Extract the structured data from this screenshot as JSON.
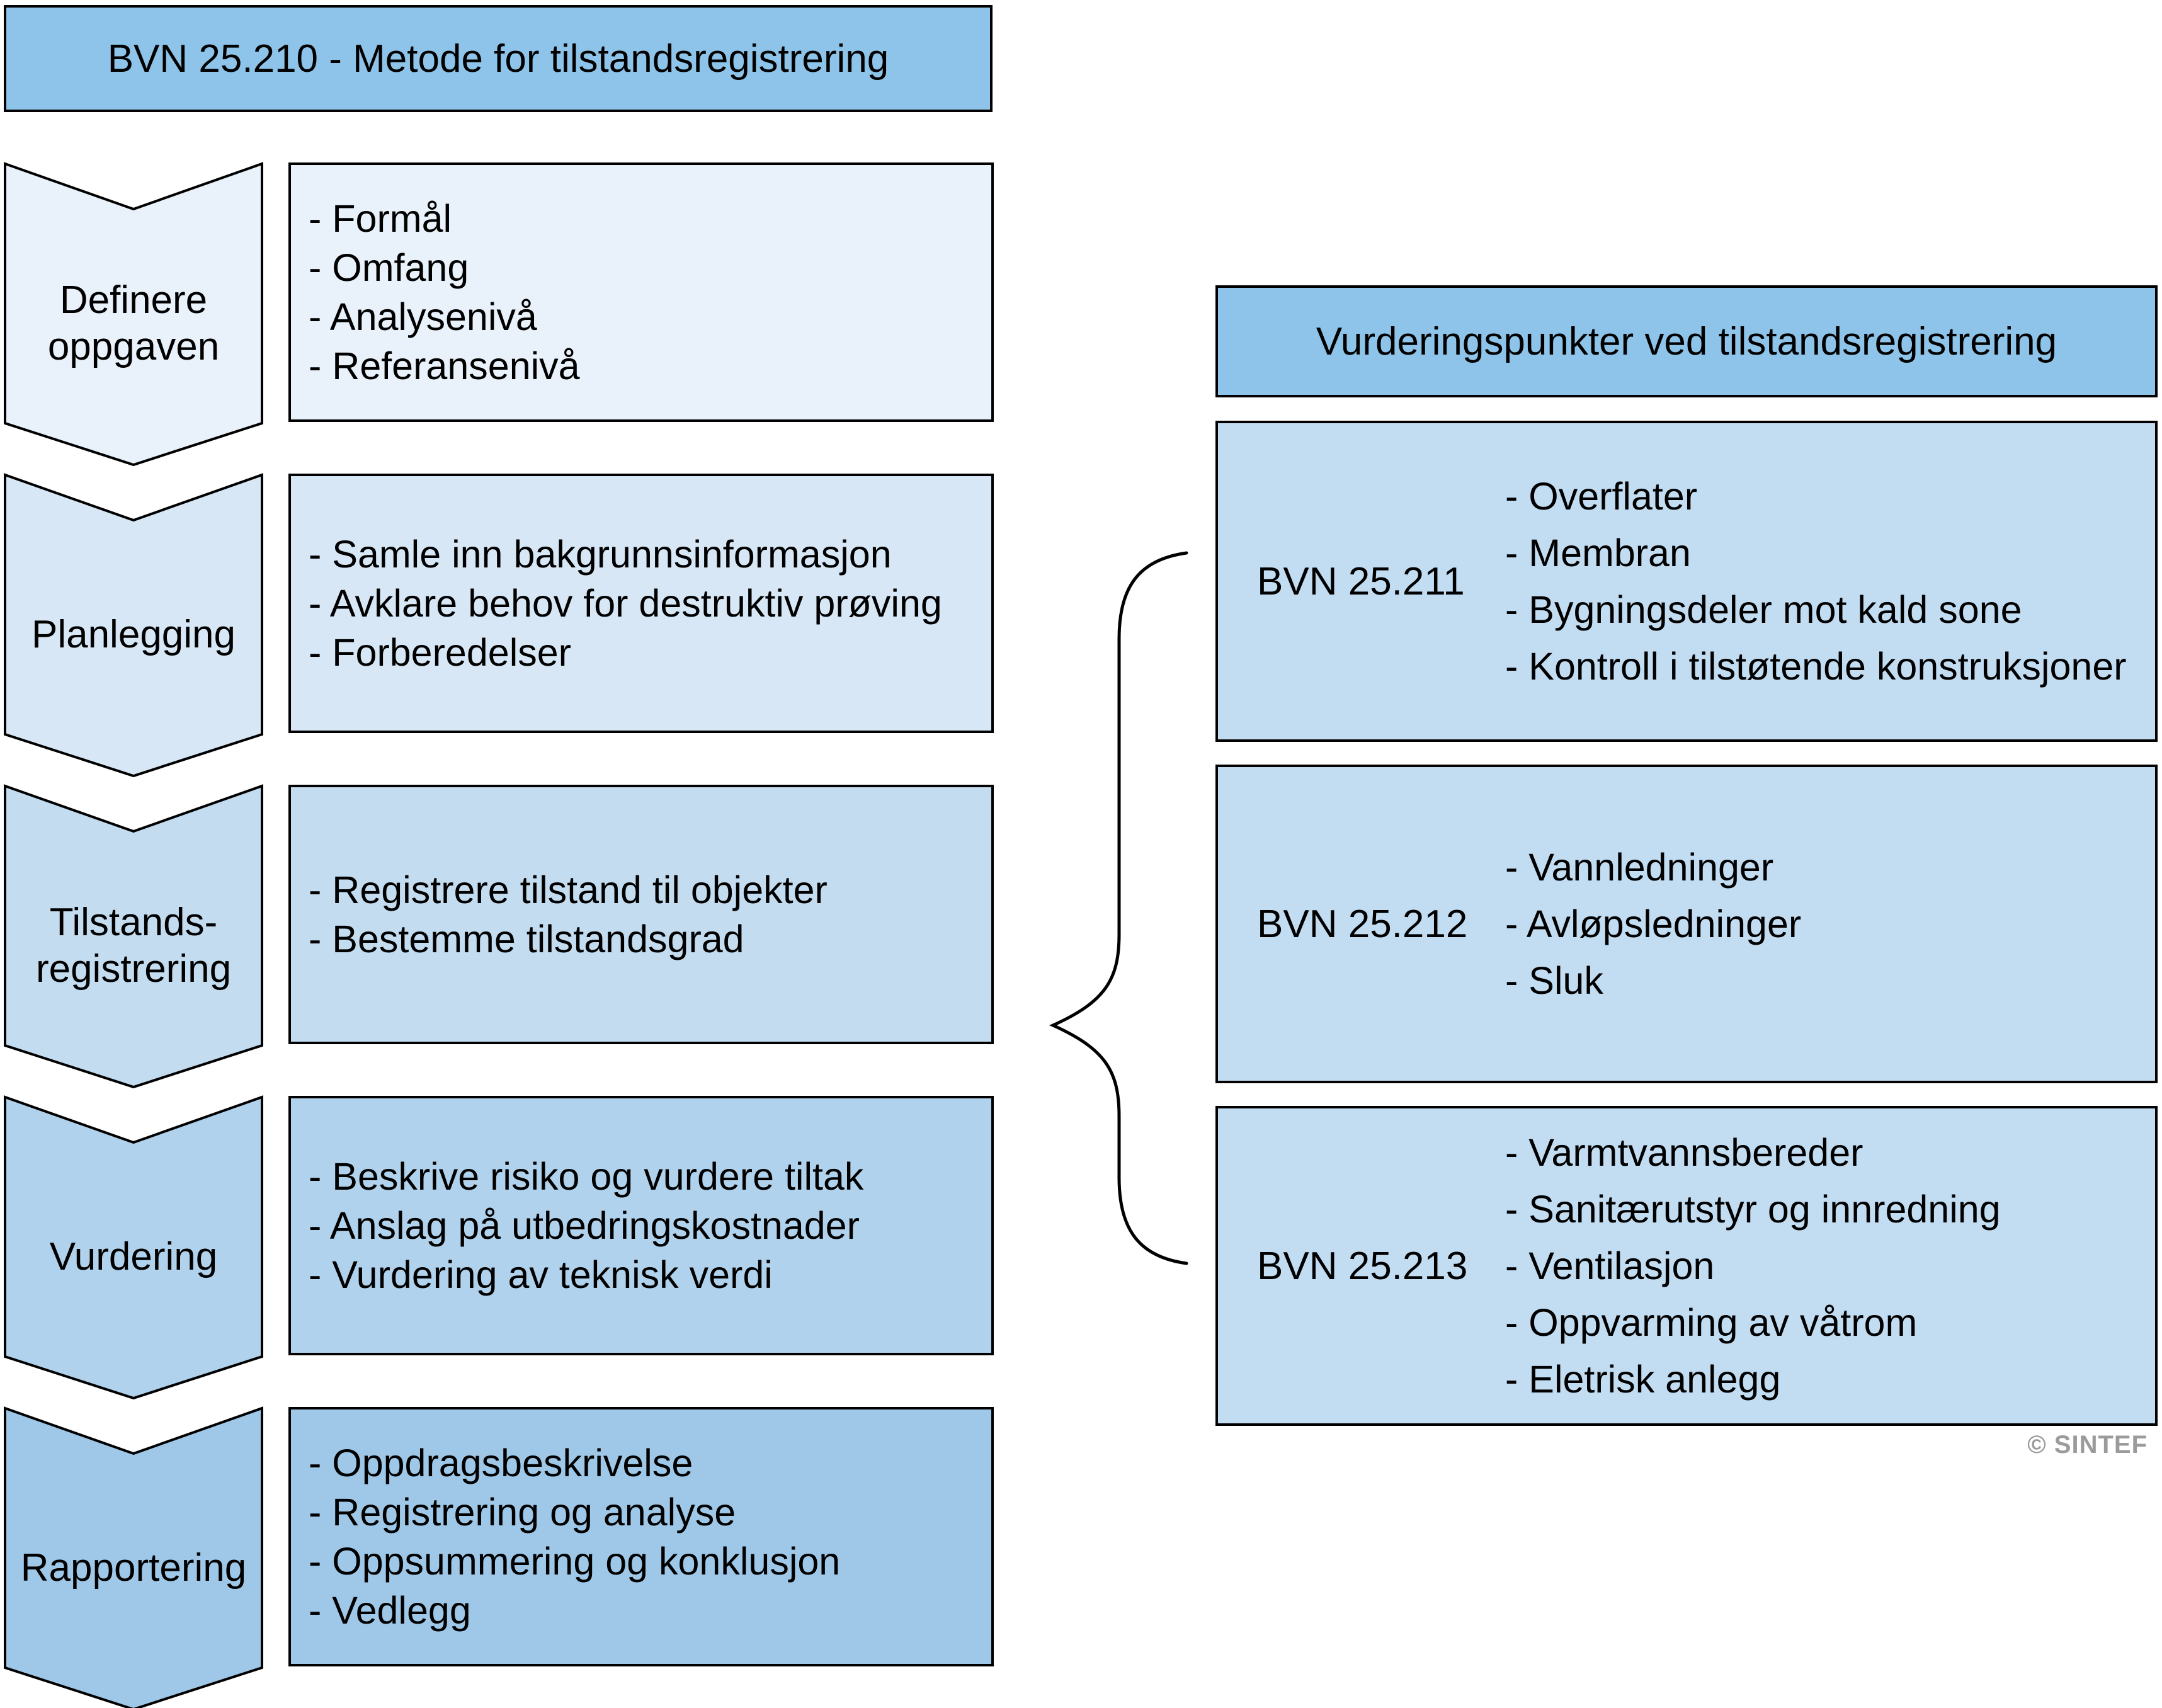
{
  "title": "BVN 25.210 - Metode for tilstandsregistrering",
  "colors": {
    "header_fill": "#8ec4e9",
    "row_fills": [
      "#e9f1fa",
      "#d7e7f5",
      "#c3dcf0",
      "#b1d2ec",
      "#9fc8e8"
    ],
    "bvn_fill": "#c2dcf2",
    "border": "#000000",
    "brace": "#000000",
    "copyright_gray": "#9b9b9b"
  },
  "steps": [
    {
      "label_lines": [
        "Definere",
        "oppgaven"
      ],
      "items": [
        "- Formål",
        "- Omfang",
        "- Analysenivå",
        "- Referansenivå"
      ]
    },
    {
      "label_lines": [
        "Planlegging"
      ],
      "items": [
        "- Samle inn bakgrunnsinformasjon",
        "- Avklare behov for destruktiv prøving",
        "- Forberedelser"
      ]
    },
    {
      "label_lines": [
        "Tilstands-",
        "registrering"
      ],
      "items": [
        "- Registrere tilstand til objekter",
        "- Bestemme tilstandsgrad"
      ]
    },
    {
      "label_lines": [
        "Vurdering"
      ],
      "items": [
        "- Beskrive risiko og vurdere tiltak",
        "- Anslag på utbedringskostnader",
        "- Vurdering av teknisk verdi"
      ]
    },
    {
      "label_lines": [
        "Rapportering"
      ],
      "items": [
        "- Oppdragsbeskrivelse",
        "- Registrering og analyse",
        "- Oppsummering og konklusjon",
        "- Vedlegg"
      ]
    }
  ],
  "right_panel": {
    "header": "Vurderingspunkter ved tilstandsregistrering",
    "groups": [
      {
        "code": "BVN 25.211",
        "items": [
          "- Overflater",
          "- Membran",
          "- Bygningsdeler mot kald sone",
          "- Kontroll i tilstøtende konstruksjoner"
        ]
      },
      {
        "code": "BVN 25.212",
        "items": [
          "- Vannledninger",
          "- Avløpsledninger",
          "- Sluk"
        ]
      },
      {
        "code": "BVN 25.213",
        "items": [
          "- Varmtvannsbereder",
          "- Sanitærutstyr og innredning",
          "- Ventilasjon",
          "- Oppvarming av våtrom",
          "- Eletrisk anlegg"
        ]
      }
    ]
  },
  "footer": {
    "copyright": "© SINTEF"
  }
}
